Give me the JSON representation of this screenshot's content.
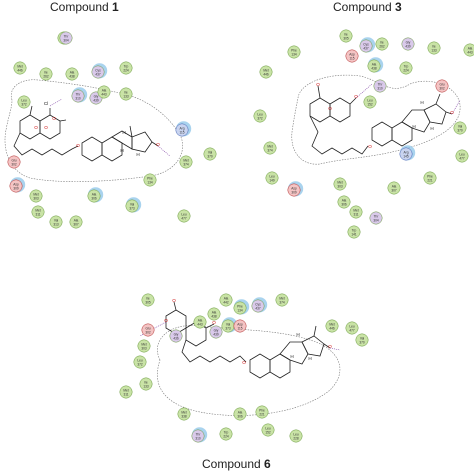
{
  "panels": [
    {
      "title": {
        "prefix": "Compound ",
        "number": "1"
      },
      "residues": [
        {
          "name": "Ile",
          "num": "305",
          "kind": "hydrophobic",
          "solvent": false
        },
        {
          "name": "Met",
          "num": "446",
          "kind": "hydrophobic",
          "solvent": false
        },
        {
          "name": "Ile",
          "num": "262",
          "kind": "hydrophobic",
          "solvent": false
        },
        {
          "name": "Ala",
          "num": "438",
          "kind": "hydrophobic",
          "solvent": false
        },
        {
          "name": "Cys",
          "num": "437",
          "kind": "polar",
          "solvent": true
        },
        {
          "name": "Trp",
          "num": "224",
          "kind": "hydrophobic",
          "solvent": false
        },
        {
          "name": "Thr",
          "num": "310",
          "kind": "polar",
          "solvent": true
        },
        {
          "name": "Gly",
          "num": "439",
          "kind": "polar",
          "solvent": false
        },
        {
          "name": "Ala",
          "num": "443",
          "kind": "hydrophobic",
          "solvent": false
        },
        {
          "name": "Ile",
          "num": "133",
          "kind": "hydrophobic",
          "solvent": false
        },
        {
          "name": "Leu",
          "num": "372",
          "kind": "hydrophobic",
          "solvent": false
        },
        {
          "name": "Arg",
          "num": "115",
          "kind": "positive",
          "solvent": true
        },
        {
          "name": "Met",
          "num": "374",
          "kind": "hydrophobic",
          "solvent": false
        },
        {
          "name": "Val",
          "num": "370",
          "kind": "hydrophobic",
          "solvent": false
        },
        {
          "name": "Asp",
          "num": "309",
          "kind": "negative",
          "solvent": true
        },
        {
          "name": "Phe",
          "num": "134",
          "kind": "hydrophobic",
          "solvent": false
        },
        {
          "name": "Met",
          "num": "303",
          "kind": "hydrophobic",
          "solvent": false
        },
        {
          "name": "Ala",
          "num": "306",
          "kind": "hydrophobic",
          "solvent": true
        },
        {
          "name": "Val",
          "num": "373",
          "kind": "hydrophobic",
          "solvent": true
        },
        {
          "name": "Leu",
          "num": "477",
          "kind": "hydrophobic",
          "solvent": false
        },
        {
          "name": "Glu",
          "num": "302",
          "kind": "negative",
          "solvent": false
        },
        {
          "name": "Thr",
          "num": "304",
          "kind": "polar",
          "solvent": false
        },
        {
          "name": "Met",
          "num": "311",
          "kind": "hydrophobic",
          "solvent": false
        },
        {
          "name": "Val",
          "num": "313",
          "kind": "hydrophobic",
          "solvent": false
        },
        {
          "name": "Ala",
          "num": "307",
          "kind": "hydrophobic",
          "solvent": false
        }
      ],
      "atom_labels": [
        "O",
        "O",
        "O",
        "O",
        "O",
        "H",
        "H",
        "H",
        "Cl"
      ]
    },
    {
      "title": {
        "prefix": "Compound ",
        "number": "3"
      },
      "residues": [
        {
          "name": "Ile",
          "num": "305",
          "kind": "hydrophobic",
          "solvent": false
        },
        {
          "name": "Ile",
          "num": "262",
          "kind": "hydrophobic",
          "solvent": false
        },
        {
          "name": "Cys",
          "num": "437",
          "kind": "polar",
          "solvent": true
        },
        {
          "name": "Gly",
          "num": "439",
          "kind": "polar",
          "solvent": false
        },
        {
          "name": "Phe",
          "num": "134",
          "kind": "hydrophobic",
          "solvent": false
        },
        {
          "name": "Trp",
          "num": "224",
          "kind": "hydrophobic",
          "solvent": false
        },
        {
          "name": "Met",
          "num": "446",
          "kind": "hydrophobic",
          "solvent": false
        },
        {
          "name": "Ala",
          "num": "438",
          "kind": "hydrophobic",
          "solvent": true
        },
        {
          "name": "Ile",
          "num": "133",
          "kind": "hydrophobic",
          "solvent": false
        },
        {
          "name": "Ala",
          "num": "443",
          "kind": "hydrophobic",
          "solvent": false
        },
        {
          "name": "Asp",
          "num": "115",
          "kind": "negative",
          "solvent": false
        },
        {
          "name": "Thr",
          "num": "310",
          "kind": "polar",
          "solvent": false
        },
        {
          "name": "Glu",
          "num": "302",
          "kind": "negative",
          "solvent": false
        },
        {
          "name": "Leu",
          "num": "372",
          "kind": "hydrophobic",
          "solvent": false
        },
        {
          "name": "Met",
          "num": "374",
          "kind": "hydrophobic",
          "solvent": false
        },
        {
          "name": "Leu",
          "num": "477",
          "kind": "hydrophobic",
          "solvent": false
        },
        {
          "name": "Phe",
          "num": "221",
          "kind": "hydrophobic",
          "solvent": false
        },
        {
          "name": "Val",
          "num": "370",
          "kind": "hydrophobic",
          "solvent": false
        },
        {
          "name": "Leu",
          "num": "152",
          "kind": "hydrophobic",
          "solvent": false
        },
        {
          "name": "Arg",
          "num": "145",
          "kind": "positive",
          "solvent": true
        },
        {
          "name": "Met",
          "num": "303",
          "kind": "hydrophobic",
          "solvent": false
        },
        {
          "name": "Ala",
          "num": "306",
          "kind": "hydrophobic",
          "solvent": false
        },
        {
          "name": "Asp",
          "num": "309",
          "kind": "negative",
          "solvent": true
        },
        {
          "name": "Thr",
          "num": "304",
          "kind": "polar",
          "solvent": false
        },
        {
          "name": "Trp",
          "num": "141",
          "kind": "hydrophobic",
          "solvent": false
        },
        {
          "name": "Leu",
          "num": "149",
          "kind": "hydrophobic",
          "solvent": false
        },
        {
          "name": "Ala",
          "num": "307",
          "kind": "hydrophobic",
          "solvent": false
        },
        {
          "name": "Met",
          "num": "311",
          "kind": "hydrophobic",
          "solvent": false
        }
      ],
      "atom_labels": [
        "O",
        "O",
        "O",
        "O",
        "O",
        "H",
        "H",
        "H"
      ]
    },
    {
      "title": {
        "prefix": "Compound ",
        "number": "6"
      },
      "residues": [
        {
          "name": "Ile",
          "num": "305",
          "kind": "hydrophobic",
          "solvent": false
        },
        {
          "name": "Ala",
          "num": "442",
          "kind": "hydrophobic",
          "solvent": false
        },
        {
          "name": "Ala",
          "num": "438",
          "kind": "hydrophobic",
          "solvent": false
        },
        {
          "name": "Phe",
          "num": "134",
          "kind": "hydrophobic",
          "solvent": true
        },
        {
          "name": "Cys",
          "num": "437",
          "kind": "polar",
          "solvent": true
        },
        {
          "name": "Met",
          "num": "374",
          "kind": "hydrophobic",
          "solvent": false
        },
        {
          "name": "Ala",
          "num": "443",
          "kind": "hydrophobic",
          "solvent": false
        },
        {
          "name": "Gly",
          "num": "439",
          "kind": "polar",
          "solvent": false
        },
        {
          "name": "Val",
          "num": "373",
          "kind": "hydrophobic",
          "solvent": true
        },
        {
          "name": "Glu",
          "num": "302",
          "kind": "negative",
          "solvent": false
        },
        {
          "name": "Met",
          "num": "303",
          "kind": "hydrophobic",
          "solvent": false
        },
        {
          "name": "Gly",
          "num": "436",
          "kind": "polar",
          "solvent": false
        },
        {
          "name": "Asp",
          "num": "115",
          "kind": "negative",
          "solvent": false
        },
        {
          "name": "Met",
          "num": "446",
          "kind": "hydrophobic",
          "solvent": false
        },
        {
          "name": "Val",
          "num": "370",
          "kind": "hydrophobic",
          "solvent": false
        },
        {
          "name": "Leu",
          "num": "477",
          "kind": "hydrophobic",
          "solvent": false
        },
        {
          "name": "Leu",
          "num": "372",
          "kind": "hydrophobic",
          "solvent": false
        },
        {
          "name": "Met",
          "num": "311",
          "kind": "hydrophobic",
          "solvent": false
        },
        {
          "name": "Ile",
          "num": "133",
          "kind": "hydrophobic",
          "solvent": false
        },
        {
          "name": "Phe",
          "num": "221",
          "kind": "hydrophobic",
          "solvent": false
        },
        {
          "name": "Trp",
          "num": "224",
          "kind": "hydrophobic",
          "solvent": false
        },
        {
          "name": "Met",
          "num": "338",
          "kind": "hydrophobic",
          "solvent": false
        },
        {
          "name": "Thr",
          "num": "310",
          "kind": "polar",
          "solvent": true
        },
        {
          "name": "Ala",
          "num": "306",
          "kind": "hydrophobic",
          "solvent": false
        },
        {
          "name": "Leu",
          "num": "152",
          "kind": "hydrophobic",
          "solvent": false
        },
        {
          "name": "Leu",
          "num": "228",
          "kind": "hydrophobic",
          "solvent": false
        }
      ],
      "atom_labels": [
        "O",
        "O",
        "O",
        "O",
        "O",
        "H",
        "H",
        "H"
      ]
    }
  ],
  "colors": {
    "hydrophobic": "#c9e3a6",
    "polar": "#d9c9ea",
    "positive": "#c9d4f0",
    "negative": "#f4c4c4",
    "solvent": "#8cc4e8",
    "hbond": "#7a3ca0",
    "pocket": "#777777",
    "bond": "#222222",
    "oxygen": "#cc1111"
  }
}
